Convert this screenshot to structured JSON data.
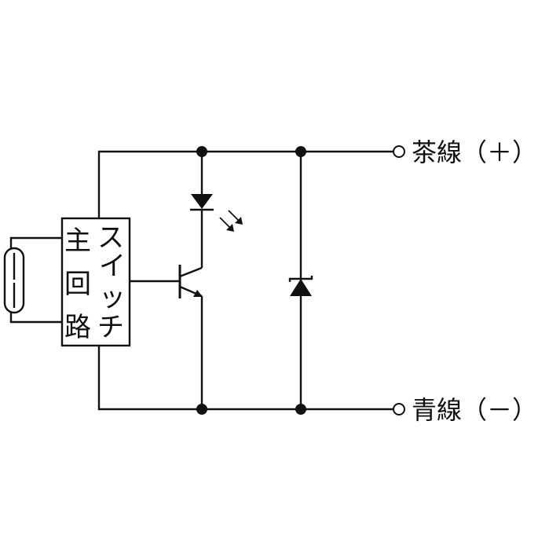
{
  "switch_box": {
    "label_left": [
      "主",
      "回",
      "路"
    ],
    "label_right": [
      "ス",
      "イ",
      "ッ",
      "チ"
    ]
  },
  "terminals": {
    "positive": "茶線（＋）",
    "negative": "青線（－）"
  },
  "colors": {
    "line": "#111111",
    "background": "#ffffff"
  }
}
